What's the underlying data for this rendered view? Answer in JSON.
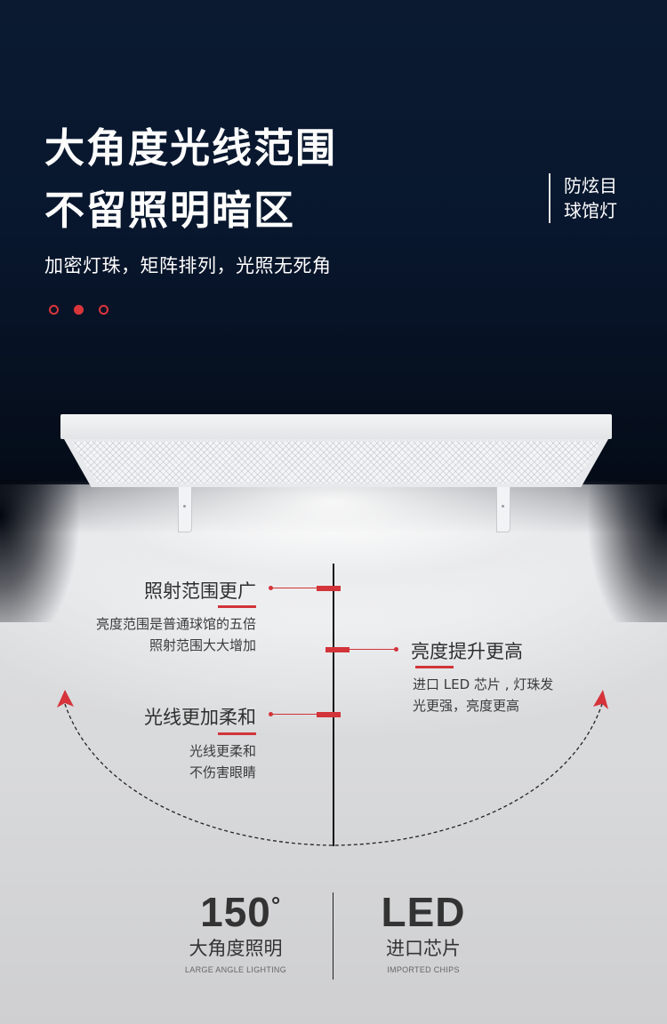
{
  "header": {
    "title_line1": "大角度光线范围",
    "title_line2": "不留照明暗区",
    "subtitle": "加密灯珠，矩阵排列，光照无死角",
    "pagination": {
      "count": 3,
      "active_index": 1
    },
    "product_tag_line1": "防炫目",
    "product_tag_line2": "球馆灯"
  },
  "colors": {
    "background_dark": "#08172e",
    "accent_red": "#d23439",
    "light_bg": "#d9dadc",
    "text_dark": "#2e2e2e"
  },
  "features": [
    {
      "title": "照射范围更广",
      "desc_line1": "亮度范围是普通球馆的五倍",
      "desc_line2": "照射范围大大增加",
      "side": "left"
    },
    {
      "title": "亮度提升更高",
      "desc_line1": "进口 LED 芯片 , 灯珠发",
      "desc_line2": "光更强，亮度更高",
      "side": "right"
    },
    {
      "title": "光线更加柔和",
      "desc_line1": "光线更柔和",
      "desc_line2": "不伤害眼睛",
      "side": "left"
    }
  ],
  "stats": [
    {
      "value": "150",
      "unit": "°",
      "label_cn": "大角度照明",
      "label_en": "LARGE ANGLE LIGHTING"
    },
    {
      "value": "LED",
      "unit": "",
      "label_cn": "进口芯片",
      "label_en": "IMPORTED CHIPS"
    }
  ],
  "icons": {
    "arrow_left": "red-arrowhead-up-left",
    "arrow_right": "red-arrowhead-up-right"
  }
}
